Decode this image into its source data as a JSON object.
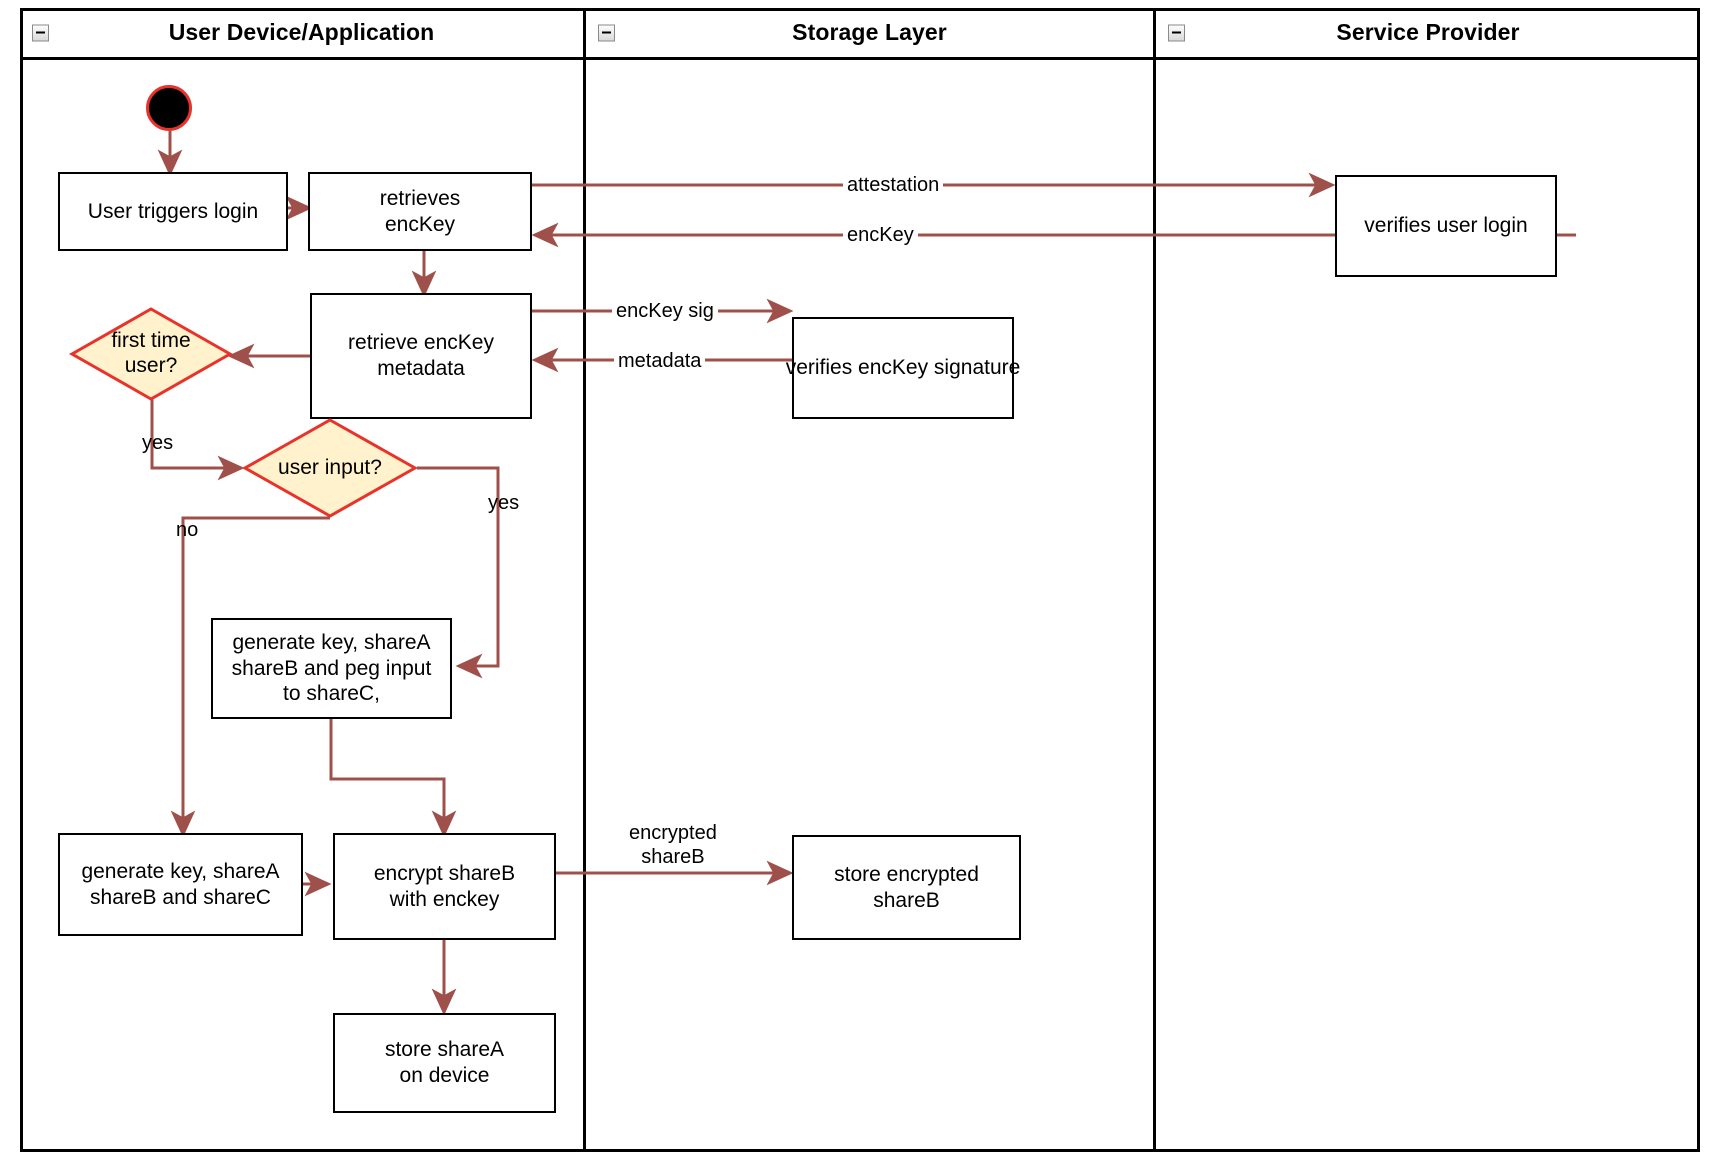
{
  "diagram": {
    "type": "uml-activity-swimlane",
    "title": "Login / key-share provisioning flow",
    "colors": {
      "edge": "#a0504a",
      "node_border": "#000000",
      "node_fill": "#ffffff",
      "decision_fill": "#fff2cc",
      "decision_border": "#e8332a",
      "start_fill": "#000000",
      "start_border": "#e8332a",
      "frame": "#000000"
    }
  },
  "lanes": [
    {
      "id": "user-device",
      "label": "User Device/Application",
      "collapse_icon": "minus-icon"
    },
    {
      "id": "storage-layer",
      "label": "Storage Layer",
      "collapse_icon": "minus-icon"
    },
    {
      "id": "service-provider",
      "label": "Service Provider",
      "collapse_icon": "minus-icon"
    }
  ],
  "nodes": [
    {
      "id": "start",
      "shape": "initial-node",
      "label": "",
      "lane": "user-device"
    },
    {
      "id": "user-triggers-login",
      "shape": "action",
      "label": "User triggers login",
      "lane": "user-device"
    },
    {
      "id": "retrieves-enckey",
      "shape": "action",
      "label": "retrieves\nencKey",
      "lane": "user-device"
    },
    {
      "id": "verifies-user-login",
      "shape": "action",
      "label": "verifies user login",
      "lane": "service-provider"
    },
    {
      "id": "retrieve-enckey-metadata",
      "shape": "action",
      "label": "retrieve encKey\nmetadata",
      "lane": "user-device"
    },
    {
      "id": "verifies-enckey-signature",
      "shape": "action",
      "label": "verifies encKey signature",
      "lane": "storage-layer"
    },
    {
      "id": "first-time-user",
      "shape": "decision",
      "label": "first time\nuser?",
      "lane": "user-device"
    },
    {
      "id": "user-input",
      "shape": "decision",
      "label": "user input?",
      "lane": "user-device"
    },
    {
      "id": "generate-peg-input",
      "shape": "action",
      "label": "generate key, shareA\nshareB and peg input\nto shareC,",
      "lane": "user-device"
    },
    {
      "id": "generate-shares",
      "shape": "action",
      "label": "generate key, shareA\nshareB and shareC",
      "lane": "user-device"
    },
    {
      "id": "encrypt-shareb",
      "shape": "action",
      "label": "encrypt shareB\nwith enckey",
      "lane": "user-device"
    },
    {
      "id": "store-encrypted-shareb",
      "shape": "action",
      "label": "store encrypted\nshareB",
      "lane": "storage-layer"
    },
    {
      "id": "store-sharea",
      "shape": "action",
      "label": "store shareA\non device",
      "lane": "user-device"
    }
  ],
  "edges": [
    {
      "id": "e-start-login",
      "from": "start",
      "to": "user-triggers-login",
      "label": ""
    },
    {
      "id": "e-login-retrieves",
      "from": "user-triggers-login",
      "to": "retrieves-enckey",
      "label": ""
    },
    {
      "id": "e-attestation",
      "from": "retrieves-enckey",
      "to": "verifies-user-login",
      "label": "attestation"
    },
    {
      "id": "e-enckey-back",
      "from": "verifies-user-login",
      "to": "retrieves-enckey",
      "label": "encKey"
    },
    {
      "id": "e-retrieves-metadata",
      "from": "retrieves-enckey",
      "to": "retrieve-enckey-metadata",
      "label": ""
    },
    {
      "id": "e-enckey-sig",
      "from": "retrieve-enckey-metadata",
      "to": "verifies-enckey-signature",
      "label": "encKey sig"
    },
    {
      "id": "e-metadata-back",
      "from": "verifies-enckey-signature",
      "to": "retrieve-enckey-metadata",
      "label": "metadata"
    },
    {
      "id": "e-metadata-firsttime",
      "from": "retrieve-enckey-metadata",
      "to": "first-time-user",
      "label": ""
    },
    {
      "id": "e-firsttime-yes",
      "from": "first-time-user",
      "to": "user-input",
      "label": "yes"
    },
    {
      "id": "e-userinput-yes",
      "from": "user-input",
      "to": "generate-peg-input",
      "label": "yes"
    },
    {
      "id": "e-userinput-no",
      "from": "user-input",
      "to": "generate-shares",
      "label": "no"
    },
    {
      "id": "e-peg-encrypt",
      "from": "generate-peg-input",
      "to": "encrypt-shareb",
      "label": ""
    },
    {
      "id": "e-shares-encrypt",
      "from": "generate-shares",
      "to": "encrypt-shareb",
      "label": ""
    },
    {
      "id": "e-encrypted-shareb",
      "from": "encrypt-shareb",
      "to": "store-encrypted-shareb",
      "label": "encrypted\nshareB"
    },
    {
      "id": "e-encrypt-store-sharea",
      "from": "encrypt-shareb",
      "to": "store-sharea",
      "label": ""
    }
  ],
  "edge_labels": {
    "attestation": "attestation",
    "enckey": "encKey",
    "enckey_sig": "encKey sig",
    "metadata": "metadata",
    "yes_first": "yes",
    "yes_input": "yes",
    "no_input": "no",
    "encrypted_shareb": "encrypted\nshareB"
  }
}
